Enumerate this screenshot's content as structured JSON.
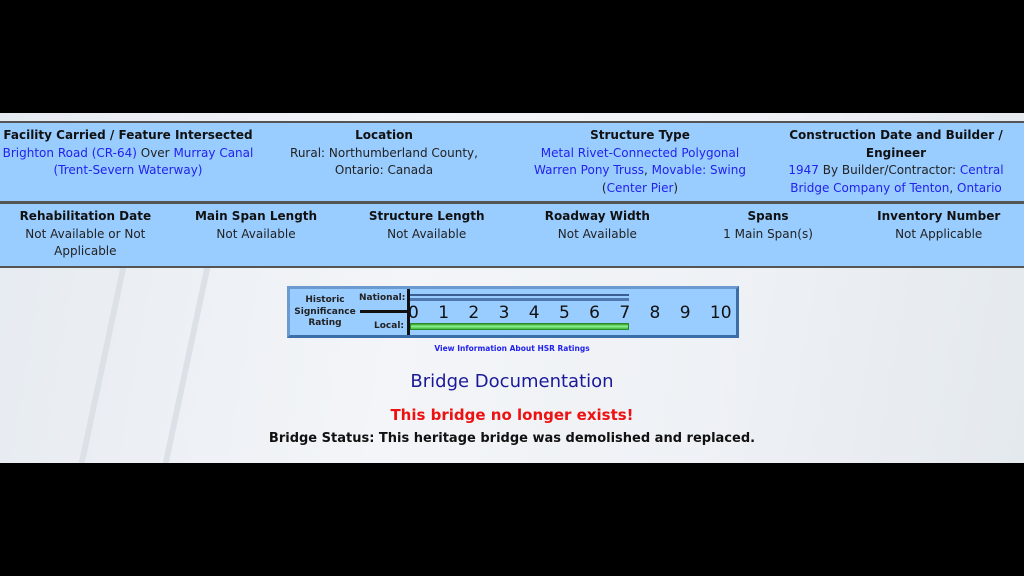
{
  "facility": {
    "header": "Facility Carried / Feature Intersected",
    "road": "Brighton Road (CR-64)",
    "over": " Over ",
    "feature": "Murray Canal",
    "feature2": "(Trent-Severn Waterway)"
  },
  "location": {
    "header": "Location",
    "value": "Rural: Northumberland County, Ontario: Canada"
  },
  "structure_type": {
    "header": "Structure Type",
    "type1": "Metal Rivet-Connected Polygonal Warren Pony Truss",
    "sep": ", ",
    "type2": "Movable: Swing",
    "paren_open": " (",
    "type3": "Center Pier",
    "paren_close": ")"
  },
  "construction": {
    "header": "Construction Date and Builder / Engineer",
    "year": "1947",
    "by": " By Builder/Contractor: ",
    "builder": "Central Bridge Company of Tenton",
    "sep": ", ",
    "place": "Ontario"
  },
  "row2": [
    {
      "header": "Rehabilitation Date",
      "value": "Not Available or Not Applicable"
    },
    {
      "header": "Main Span Length",
      "value": "Not Available"
    },
    {
      "header": "Structure Length",
      "value": "Not Available"
    },
    {
      "header": "Roadway Width",
      "value": "Not Available"
    },
    {
      "header": "Spans",
      "value": "1 Main Span(s)"
    },
    {
      "header": "Inventory Number",
      "value": "Not Applicable"
    }
  ],
  "hsr": {
    "title": "Historic Significance Rating",
    "national_label": "National:",
    "local_label": "Local:",
    "national": 7,
    "local": 7,
    "max": 10,
    "scale": [
      "0",
      "1",
      "2",
      "3",
      "4",
      "5",
      "6",
      "7",
      "8",
      "9",
      "10"
    ],
    "link": "View Information About HSR Ratings"
  },
  "documentation": "Bridge Documentation",
  "warning": "This bridge no longer exists!",
  "status": "Bridge Status: This heritage bridge was demolished and replaced."
}
